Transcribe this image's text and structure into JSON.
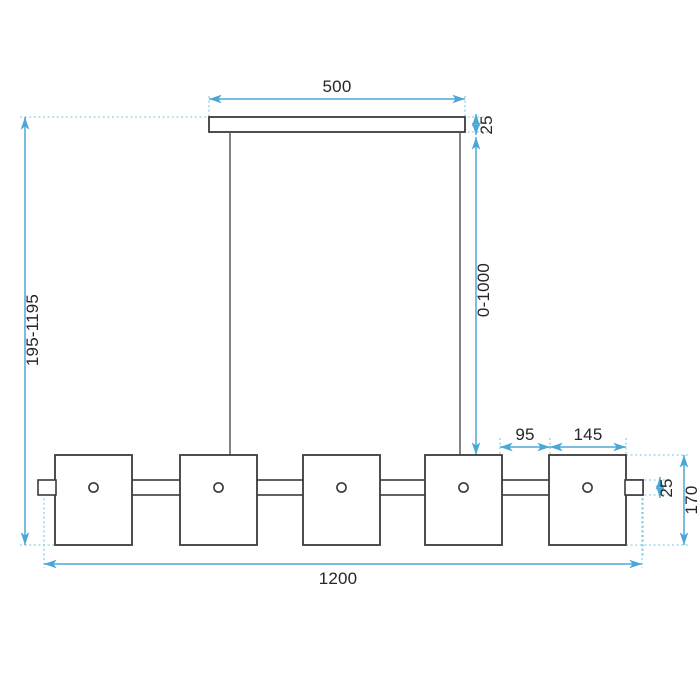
{
  "drawing": {
    "title": "Technical dimension drawing - 5-light linear pendant lamp",
    "units": "mm",
    "colors": {
      "dimension_line": "#4aa8d8",
      "extension_line": "#7fcbe8",
      "outline": "#3b3b3b",
      "text": "#262626",
      "background": "#ffffff"
    },
    "dimensions": {
      "canopy_width": "500",
      "canopy_thickness": "25",
      "suspension_drop": "0-1000",
      "total_height": "195-1195",
      "gap_between_shades": "95",
      "shade_width": "145",
      "rod_thickness": "25",
      "shade_height": "170",
      "total_length": "1200"
    },
    "parts": {
      "canopy_label": "ceiling-canopy",
      "cable_label": "suspension-cable",
      "shade_label": "lamp-shade-box",
      "rod_label": "connecting-rod",
      "endcap_label": "rod-end-cap",
      "hole_label": "lamp-hole"
    },
    "shade_count": 5,
    "cable_count": 2
  }
}
